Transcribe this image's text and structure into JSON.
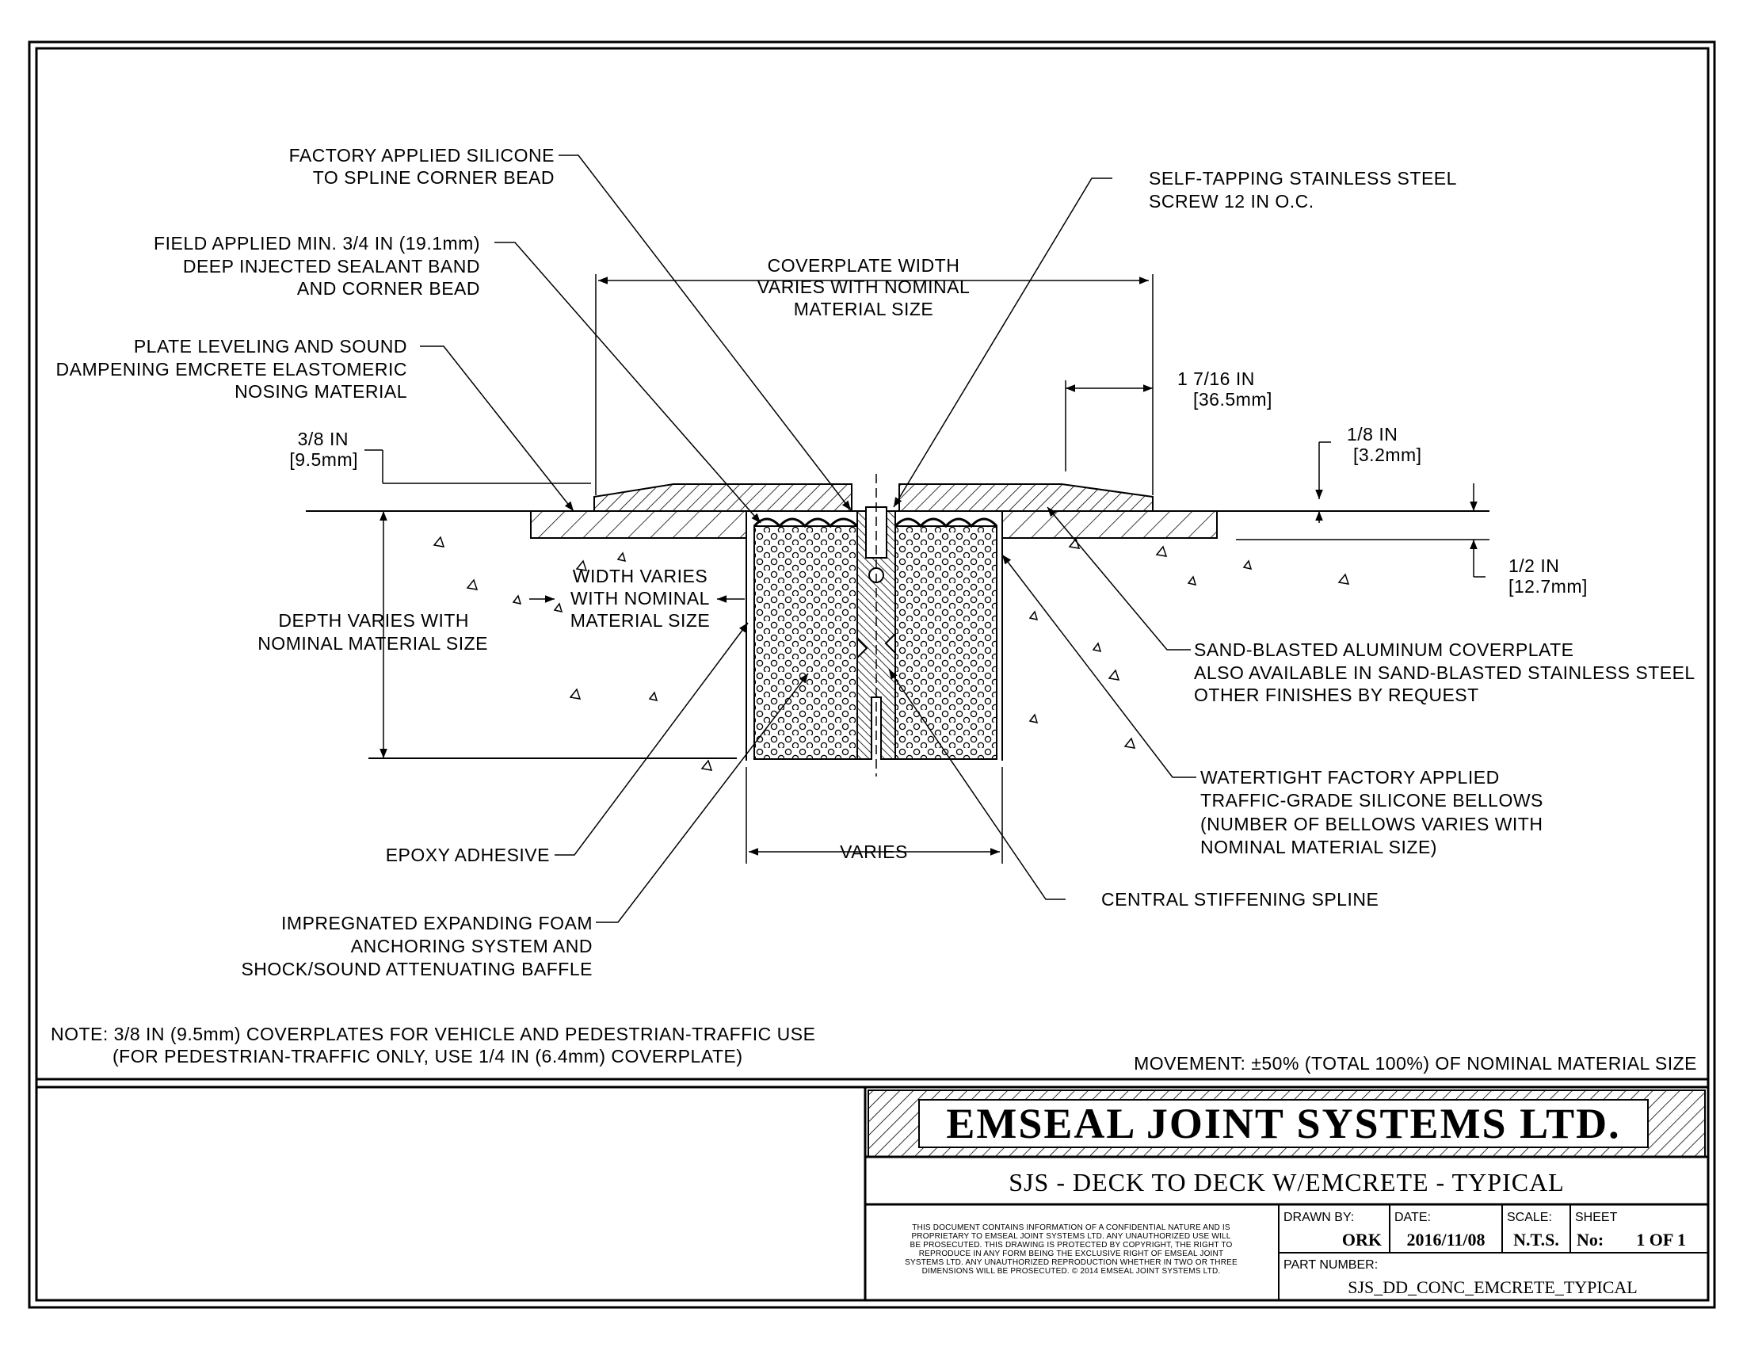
{
  "labels": {
    "factory_silicone": [
      "FACTORY APPLIED SILICONE",
      "TO SPLINE CORNER BEAD"
    ],
    "field_sealant": [
      "FIELD APPLIED MIN. 3/4 IN (19.1mm)",
      "DEEP INJECTED SEALANT BAND",
      "AND CORNER BEAD"
    ],
    "plate_leveling": [
      "PLATE LEVELING AND SOUND",
      "DAMPENING EMCRETE ELASTOMERIC",
      "NOSING MATERIAL"
    ],
    "three_eighths": [
      "3/8 IN",
      "[9.5mm]"
    ],
    "coverplate_width": [
      "COVERPLATE WIDTH",
      "VARIES WITH NOMINAL",
      "MATERIAL SIZE"
    ],
    "screw": [
      "SELF-TAPPING STAINLESS STEEL",
      "SCREW 12 IN O.C."
    ],
    "one_7_16": [
      "1 7/16 IN",
      "[36.5mm]"
    ],
    "one_eighth": [
      "1/8 IN",
      "[3.2mm]"
    ],
    "one_half": [
      "1/2 IN",
      "[12.7mm]"
    ],
    "width_varies": [
      "WIDTH VARIES",
      "WITH NOMINAL",
      "MATERIAL SIZE"
    ],
    "depth_varies": [
      "DEPTH VARIES WITH",
      "NOMINAL MATERIAL SIZE"
    ],
    "coverplate_material": [
      "SAND-BLASTED ALUMINUM COVERPLATE",
      "ALSO AVAILABLE IN SAND-BLASTED STAINLESS STEEL",
      "OTHER FINISHES BY REQUEST"
    ],
    "bellows": [
      "WATERTIGHT FACTORY APPLIED",
      "TRAFFIC-GRADE SILICONE BELLOWS",
      "(NUMBER OF BELLOWS VARIES WITH",
      "NOMINAL MATERIAL SIZE)"
    ],
    "epoxy": [
      "EPOXY ADHESIVE"
    ],
    "varies": [
      "VARIES"
    ],
    "spline": [
      "CENTRAL STIFFENING SPLINE"
    ],
    "foam": [
      "IMPREGNATED EXPANDING FOAM",
      "ANCHORING SYSTEM AND",
      "SHOCK/SOUND ATTENUATING BAFFLE"
    ]
  },
  "note": [
    "NOTE: 3/8 IN (9.5mm) COVERPLATES FOR VEHICLE AND PEDESTRIAN-TRAFFIC USE",
    "(FOR PEDESTRIAN-TRAFFIC ONLY, USE 1/4 IN (6.4mm) COVERPLATE)"
  ],
  "movement": "MOVEMENT: ±50% (TOTAL 100%) OF NOMINAL MATERIAL SIZE",
  "title_block": {
    "company": "EMSEAL JOINT SYSTEMS LTD.",
    "drawing_title": "SJS - DECK TO DECK W/EMCRETE - TYPICAL",
    "disclaimer": [
      "THIS DOCUMENT CONTAINS INFORMATION OF A CONFIDENTIAL NATURE AND IS",
      "PROPRIETARY TO EMSEAL JOINT SYSTEMS LTD. ANY UNAUTHORIZED USE WILL",
      "BE PROSECUTED. THIS DRAWING IS PROTECTED BY COPYRIGHT, THE RIGHT TO",
      "REPRODUCE IN ANY FORM BEING THE EXCLUSIVE RIGHT OF EMSEAL JOINT",
      "SYSTEMS LTD. ANY UNAUTHORIZED REPRODUCTION WHETHER IN TWO OR THREE",
      "DIMENSIONS WILL BE PROSECUTED. © 2014 EMSEAL JOINT SYSTEMS LTD."
    ],
    "drawn_by_label": "DRAWN BY:",
    "drawn_by": "ORK",
    "date_label": "DATE:",
    "date": "2016/11/08",
    "scale_label": "SCALE:",
    "scale": "N.T.S.",
    "sheet_label": "SHEET",
    "sheet_no_label": "No:",
    "sheet": "1 OF 1",
    "part_number_label": "PART NUMBER:",
    "part_number": "SJS_DD_CONC_EMCRETE_TYPICAL"
  }
}
